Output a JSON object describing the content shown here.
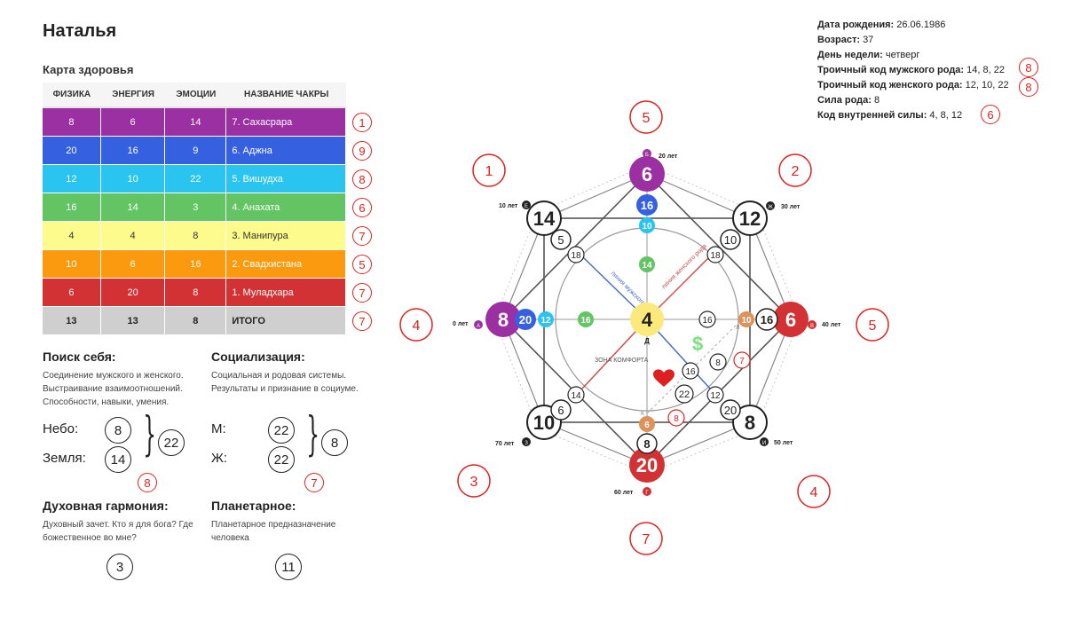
{
  "title": "Наталья",
  "health_map": {
    "title": "Карта здоровья",
    "headers": [
      "ФИЗИКА",
      "ЭНЕРГИЯ",
      "ЭМОЦИИ",
      "НАЗВАНИЕ ЧАКРЫ"
    ],
    "rows": [
      {
        "physics": "8",
        "energy": "6",
        "emotions": "14",
        "chakra": "7. Сахасрара",
        "color": "#9b30a2",
        "sum": "1"
      },
      {
        "physics": "20",
        "energy": "16",
        "emotions": "9",
        "chakra": "6. Аджна",
        "color": "#3561e0",
        "sum": "9"
      },
      {
        "physics": "12",
        "energy": "10",
        "emotions": "22",
        "chakra": "5. Вишудха",
        "color": "#29c4f0",
        "sum": "8"
      },
      {
        "physics": "16",
        "energy": "14",
        "emotions": "3",
        "chakra": "4. Анахата",
        "color": "#63c463",
        "sum": "6"
      },
      {
        "physics": "4",
        "energy": "4",
        "emotions": "8",
        "chakra": "3. Манипура",
        "color": "#fdfb8c",
        "sum": "7"
      },
      {
        "physics": "10",
        "energy": "6",
        "emotions": "16",
        "chakra": "2. Свадхистана",
        "color": "#fb9a0e",
        "sum": "5"
      },
      {
        "physics": "6",
        "energy": "20",
        "emotions": "8",
        "chakra": "1. Муладхара",
        "color": "#d23234",
        "sum": "7"
      }
    ],
    "total": {
      "physics": "13",
      "energy": "13",
      "emotions": "8",
      "chakra": "ИТОГО",
      "sum": "7"
    }
  },
  "self_search": {
    "title": "Поиск себя:",
    "desc": "Соединение мужского и женского. Выстраивание взаимоотношений. Способности, навыки, умения.",
    "sky_label": "Небо:",
    "sky": "8",
    "earth_label": "Земля:",
    "earth": "14",
    "sum": "22",
    "red": "8"
  },
  "socialization": {
    "title": "Социализация:",
    "desc": "Социальная и родовая системы. Результаты и признание в социуме.",
    "m_label": "М:",
    "m": "22",
    "f_label": "Ж:",
    "f": "22",
    "sum": "8",
    "red": "7"
  },
  "spiritual": {
    "title": "Духовная гармония:",
    "desc": "Духовный зачет. Кто я для бога? Где божественное во мне?",
    "value": "3"
  },
  "planetary": {
    "title": "Планетарное:",
    "desc": "Планетарное предназначение человека",
    "value": "11"
  },
  "info": {
    "birth_label": "Дата рождения:",
    "birth": "26.06.1986",
    "age_label": "Возраст:",
    "age": "37",
    "weekday_label": "День недели:",
    "weekday": "четверг",
    "male_label": "Троичный код мужского рода:",
    "male": "14, 8, 22",
    "male_red": "8",
    "female_label": "Троичный код женского рода:",
    "female": "12, 10, 22",
    "female_red": "8",
    "clan_label": "Сила рода:",
    "clan": "8",
    "inner_label": "Код внутренней силы:",
    "inner": "4, 8, 12",
    "inner_red": "6"
  },
  "chart": {
    "top": "6",
    "top_inner": "16",
    "top_inner2": "10",
    "right": "6",
    "right_inner": "16",
    "right_inner2": "10",
    "bottom": "20",
    "bottom_inner": "8",
    "bottom_inner2": "6",
    "left": "8",
    "left_inner": "20",
    "left_inner2": "12",
    "top_left": "14",
    "top_left_inner": "5",
    "top_left_inner2": "18",
    "top_right": "12",
    "top_right_inner": "10",
    "top_right_inner2": "18",
    "bottom_left": "10",
    "bottom_left_inner": "6",
    "bottom_left_inner2": "14",
    "bottom_right": "8",
    "bottom_right_inner": "20",
    "bottom_right_inner2": "12",
    "center": "4",
    "center_letter": "Д",
    "upper_mid": "14",
    "left_mid": "16",
    "right_mid": "16",
    "money": "$",
    "money_a": "8",
    "money_b": "16",
    "heart_num": "22",
    "comfort_zone": "ЗОНА КОМФОРТА",
    "male_line_label": "линия мужского рода",
    "female_line_label": "линия женского рода",
    "red_outer": {
      "top": "5",
      "right": "5",
      "bottom": "7",
      "left": "4",
      "top_left": "1",
      "top_right": "2",
      "bottom_left": "3",
      "bottom_right": "4"
    },
    "red_inner": {
      "bottom": "8",
      "right": "7"
    },
    "age_labels": {
      "top": "20 лет",
      "top_right": "30 лет",
      "right": "40 лет",
      "bottom_right": "50 лет",
      "bottom": "60 лет",
      "bottom_left": "70 лет",
      "left": "0 лет",
      "top_left": "10 лет"
    },
    "letters": {
      "top": "Б",
      "top_right": "Ж",
      "right": "В",
      "bottom_right": "И",
      "bottom": "Г",
      "bottom_left": "З",
      "left": "А",
      "top_left": "Е",
      "inner_right": "Л",
      "inner_bottom": "К"
    }
  }
}
